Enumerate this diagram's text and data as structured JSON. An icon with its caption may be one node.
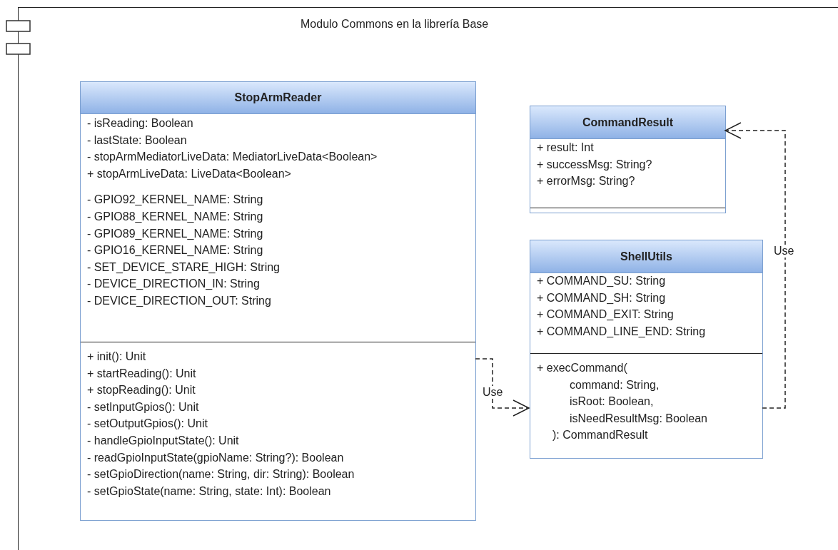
{
  "diagram": {
    "nodes": [
      {
        "text": [
          "Modulo Commons en la librería Base"
        ]
      },
      {
        "text": [
          "StopArmReader",
          "- isReading: Boolean",
          "- lastState: Boolean",
          "- stopArmMediatorLiveData: MediatorLiveData<Boolean>",
          "+ stopArmLiveData: LiveData<Boolean>",
          "- GPIO92_KERNEL_NAME: String",
          "- GPIO88_KERNEL_NAME: String",
          "- GPIO89_KERNEL_NAME: String",
          "- GPIO16_KERNEL_NAME: String",
          "- SET_DEVICE_STARE_HIGH: String",
          "- DEVICE_DIRECTION_IN: String",
          "- DEVICE_DIRECTION_OUT: String",
          "+ init(): Unit",
          "+ startReading(): Unit",
          "+ stopReading(): Unit",
          "- setInputGpios(): Unit",
          "- setOutputGpios(): Unit",
          "- handleGpioInputState(): Unit",
          "- readGpioInputState(gpioName: String?): Boolean",
          "- setGpioDirection(name: String, dir: String): Boolean",
          "- setGpioState(name: String, state: Int): Boolean"
        ],
        "in": 0
      },
      {
        "text": [
          "CommandResult",
          "+ result: Int",
          "+ successMsg: String?",
          "+ errorMsg: String?"
        ],
        "in": 0
      },
      {
        "text": [
          "ShellUtils",
          "+ COMMAND_SU: String",
          "+ COMMAND_SH: String",
          "+ COMMAND_EXIT: String",
          "+ COMMAND_LINE_END: String",
          "+ execCommand(",
          "command: String,",
          "isRoot: Boolean,",
          "isNeedResultMsg: Boolean",
          "): CommandResult"
        ],
        "in": 0
      }
    ],
    "edges": [
      {
        "from": 1,
        "to": 3,
        "arrow": "to",
        "label": "Use",
        "style": "dashed"
      },
      {
        "from": 3,
        "to": 2,
        "arrow": "to",
        "label": "Use",
        "style": "dashed"
      }
    ]
  }
}
